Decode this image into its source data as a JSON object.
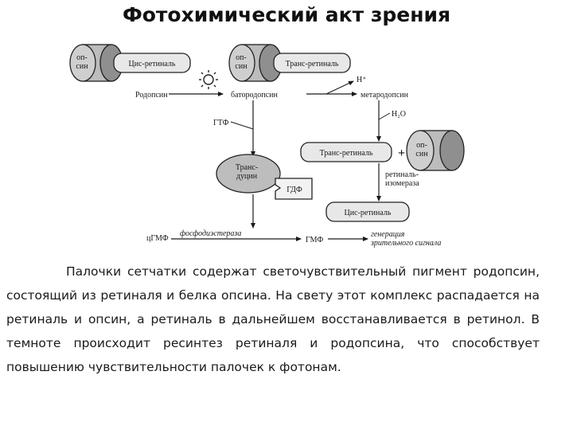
{
  "title": "Фотохимический акт зрения",
  "diagram": {
    "opsin": "оп-\nсин",
    "cis_retinal_1": "Цис-ретиналь",
    "trans_retinal_1": "Транс-ретиналь",
    "rhodopsin": "Родопсин",
    "bathorhodopsin": "батородопсин",
    "h_plus": "H⁺",
    "metarhodopsin": "метародопсин",
    "h2o": "H₂O",
    "gtp": "ГТФ",
    "transducin": "Транс-\nдуцин",
    "gdp": "ГДФ",
    "trans_retinal_2": "Транс-ретиналь",
    "plus": "+",
    "retinal_isomerase": "ретиналь-\nизомераза",
    "cis_retinal_2": "Цис-ретиналь",
    "cgmp": "цГМФ",
    "phosphodiesterase": "фосфодиэстераза",
    "gmp": "ГМФ",
    "visual_signal": "генерация\nзрительного сигнала"
  },
  "paragraph": "Палочки сетчатки содержат светочувствительный пигмент родопсин, состоящий из ретиналя и белка опсина. На свету этот комплекс распадается на ретиналь и опсин, а ретиналь в дальнейшем восстанавливается в ретинол. В темноте происходит ресинтез ретиналя и родопсина, что способствует повышению чувствительности палочек к фотонам."
}
